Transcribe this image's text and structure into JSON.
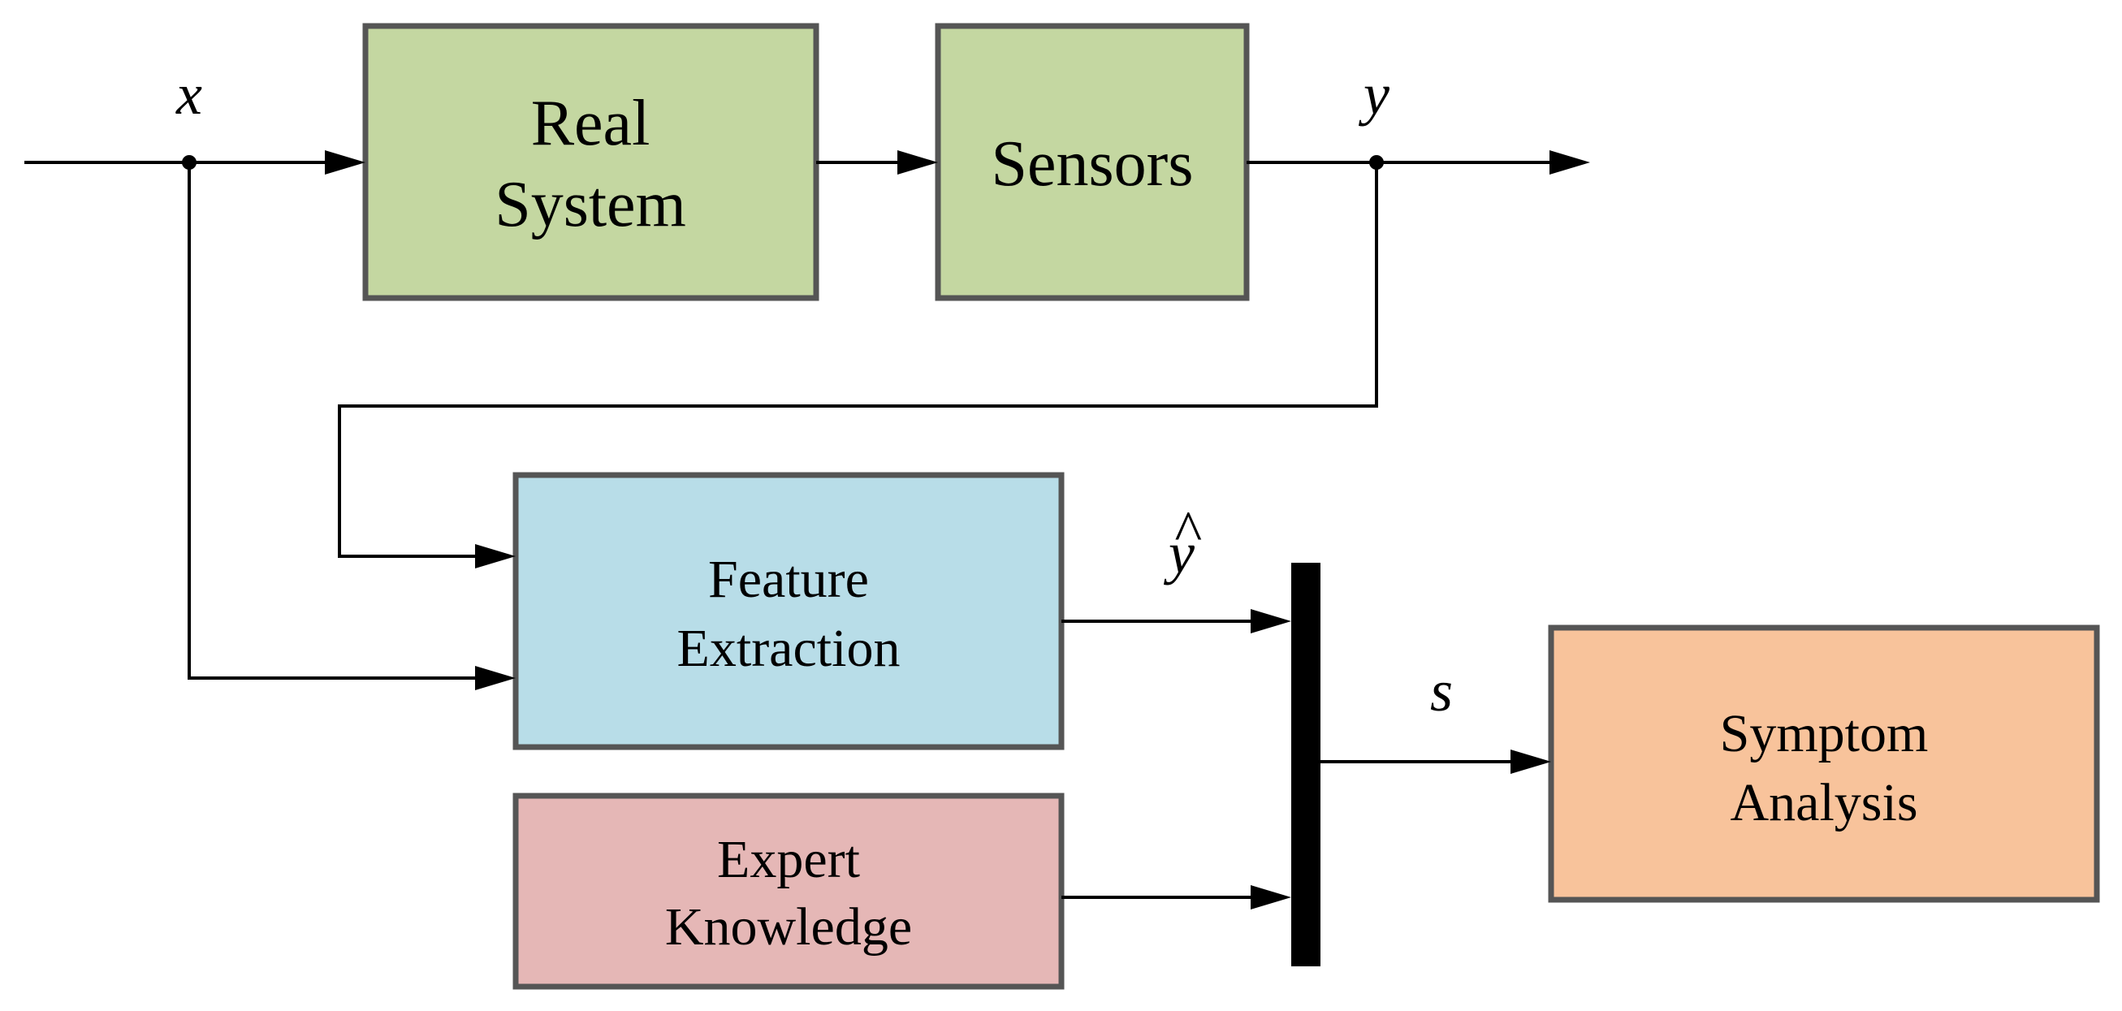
{
  "blocks": {
    "real_system": {
      "line1": "Real",
      "line2": "System",
      "color": "#c4d7a1"
    },
    "sensors": {
      "line1": "Sensors",
      "color": "#c4d7a1"
    },
    "feature_extraction": {
      "line1": "Feature",
      "line2": "Extraction",
      "color": "#b8dde8"
    },
    "expert_knowledge": {
      "line1": "Expert",
      "line2": "Knowledge",
      "color": "#e5b7b6"
    },
    "symptom_analysis": {
      "line1": "Symptom",
      "line2": "Analysis",
      "color": "#f8c39b"
    }
  },
  "signals": {
    "input": "x",
    "output": "y",
    "estimate": "y",
    "estimate_accent": "^",
    "symptom": "s"
  }
}
